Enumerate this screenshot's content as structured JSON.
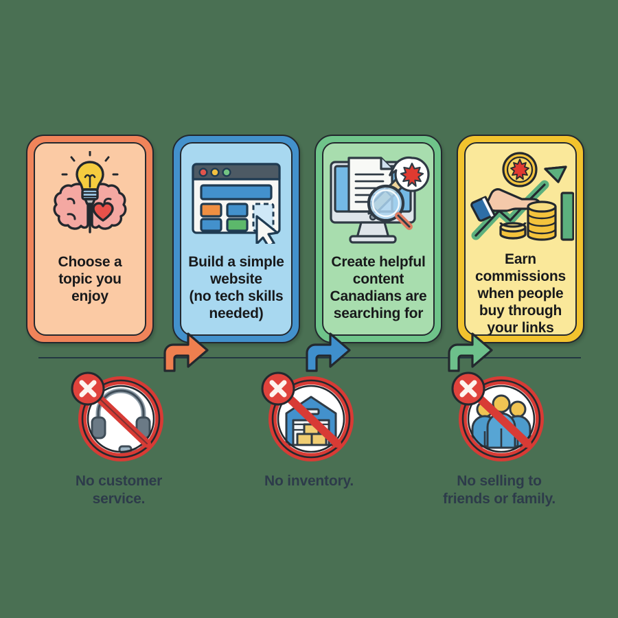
{
  "background_color": "#4a7053",
  "steps": {
    "items": [
      {
        "id": "step-1",
        "label": "Choose a\ntopic you\nenjoy",
        "icon": "brain-lightbulb-heart-icon",
        "band_color": "#f0845a",
        "fill_color": "#fbcaa4"
      },
      {
        "id": "step-2",
        "label": "Build a simple\nwebsite\n(no tech skills\nneeded)",
        "icon": "website-builder-icon",
        "band_color": "#4391cc",
        "fill_color": "#a8d8f0"
      },
      {
        "id": "step-3",
        "label": "Create helpful\ncontent\nCanadians are\nsearching for",
        "icon": "monitor-document-magnifier-maple-leaf-icon",
        "band_color": "#6fc48a",
        "fill_color": "#a8ddae"
      },
      {
        "id": "step-4",
        "label": "Earn\ncommissions\nwhen people\nbuy through\nyour links",
        "icon": "hand-coin-growth-arrow-icon",
        "band_color": "#f2c32e",
        "fill_color": "#fae89a"
      }
    ],
    "arrows": [
      {
        "id": "arrow-1",
        "icon": "arrow-right-icon",
        "color": "#ef7f4f"
      },
      {
        "id": "arrow-2",
        "icon": "arrow-right-icon",
        "color": "#3f8fcc"
      },
      {
        "id": "arrow-3",
        "icon": "arrow-right-icon",
        "color": "#6dc08b"
      }
    ]
  },
  "exclusions": {
    "items": [
      {
        "id": "no-customer-service",
        "label": "No customer\nservice.",
        "icon": "no-headset-icon",
        "badge": "red-x-badge-icon"
      },
      {
        "id": "no-inventory",
        "label": "No inventory.",
        "icon": "no-warehouse-icon",
        "badge": "red-x-badge-icon"
      },
      {
        "id": "no-selling-to-friends",
        "label": "No selling to\nfriends or family.",
        "icon": "no-people-icon",
        "badge": "red-x-badge-icon"
      }
    ]
  },
  "colors": {
    "prohibition_red": "#d83b35",
    "badge_red": "#e0433c",
    "text_dark": "#18191b",
    "text_navy": "#2d3b4a",
    "divider": "#1f3240"
  }
}
